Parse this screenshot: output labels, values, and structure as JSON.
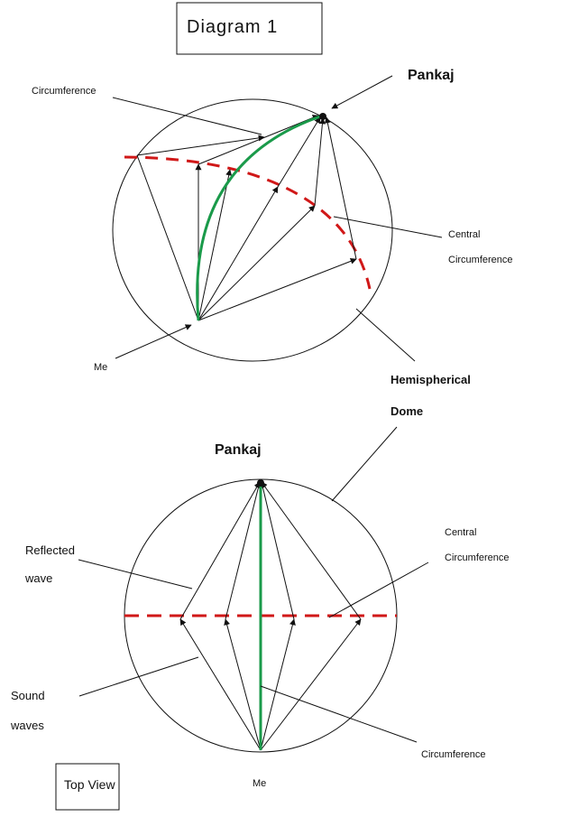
{
  "title": "Diagram 1",
  "side_view": {
    "pankaj": "Pankaj",
    "me": "Me",
    "circumference": "Circumference",
    "central_line1": "Central",
    "central_line2": "Circumference",
    "dome_line1": "Hemispherical",
    "dome_line2": "Dome"
  },
  "top_view": {
    "pankaj": "Pankaj",
    "me": "Me",
    "central_line1": "Central",
    "central_line2": "Circumference",
    "reflected_line1": "Reflected",
    "reflected_line2": "wave",
    "sound_line1": "Sound",
    "sound_line2": "waves",
    "circumference": "Circumference",
    "view_label": "Top View"
  },
  "colors": {
    "direct_path": "#1a9a4a",
    "central_circumference": "#d01818",
    "lines": "#111111"
  }
}
